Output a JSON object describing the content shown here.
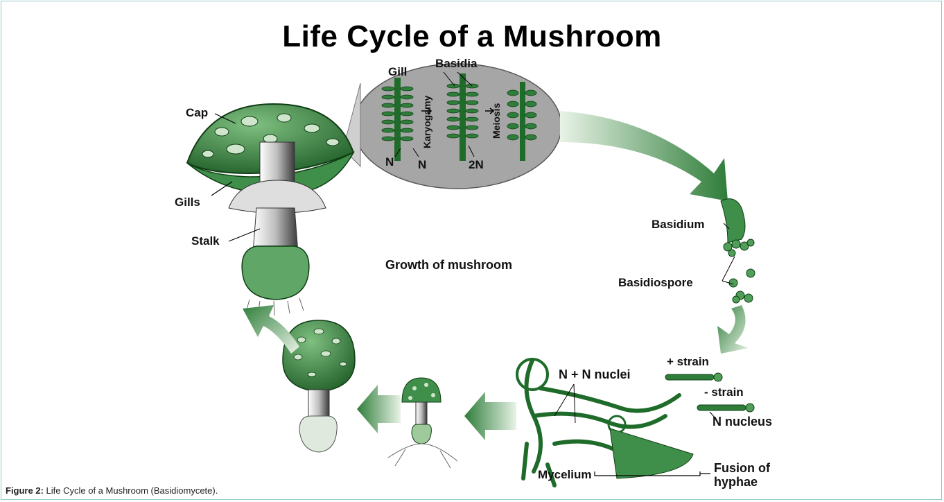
{
  "title": "Life Cycle of a Mushroom",
  "labels": {
    "gill": "Gill",
    "basidia": "Basidia",
    "karyogamy": "Karyogamy",
    "meiosis": "Meiosis",
    "n_left": "N",
    "n_right": "N",
    "two_n": "2N",
    "cap": "Cap",
    "gills": "Gills",
    "stalk": "Stalk",
    "growth": "Growth of mushroom",
    "basidium": "Basidium",
    "basidiospore": "Basidiospore",
    "plus_strain": "+ strain",
    "minus_strain": "- strain",
    "n_nucleus": "N nucleus",
    "nn_nuclei": "N + N nuclei",
    "mycelium": "Mycelium",
    "fusion": "Fusion of",
    "hyphae": "hyphae"
  },
  "caption": {
    "label": "Figure 2:",
    "text": " Life Cycle of a Mushroom (Basidiomycete)."
  },
  "colors": {
    "green_dark": "#1f6b2a",
    "green_mid": "#3f8f4a",
    "green_light": "#a9d2a8",
    "gray_oval": "#a6a6a6",
    "frame": "#8ec9c2"
  }
}
